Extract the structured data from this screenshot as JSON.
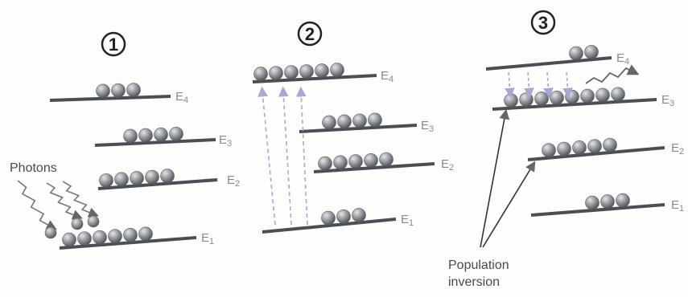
{
  "panels": [
    {
      "number": "1",
      "levels": [
        {
          "label": "E4",
          "particles": 3
        },
        {
          "label": "E3",
          "particles": 4
        },
        {
          "label": "E2",
          "particles": 5
        },
        {
          "label": "E1",
          "particles": 6
        }
      ],
      "incoming_photons": 3
    },
    {
      "number": "2",
      "levels": [
        {
          "label": "E4",
          "particles": 6
        },
        {
          "label": "E3",
          "particles": 4
        },
        {
          "label": "E2",
          "particles": 5
        },
        {
          "label": "E1",
          "particles": 3
        }
      ],
      "pump_arrows": 3
    },
    {
      "number": "3",
      "levels": [
        {
          "label": "E4",
          "particles": 2
        },
        {
          "label": "E3",
          "particles": 8
        },
        {
          "label": "E2",
          "particles": 5
        },
        {
          "label": "E1",
          "particles": 3
        }
      ],
      "decay_arrows": 4
    }
  ],
  "labels": {
    "photons": "Photons",
    "population_inversion_line1": "Population",
    "population_inversion_line2": "inversion"
  },
  "colors": {
    "level_line": "#4a4f55",
    "particle": "#8e9094",
    "arrow": "#a9a7d6",
    "label": "#8a8a8a"
  }
}
